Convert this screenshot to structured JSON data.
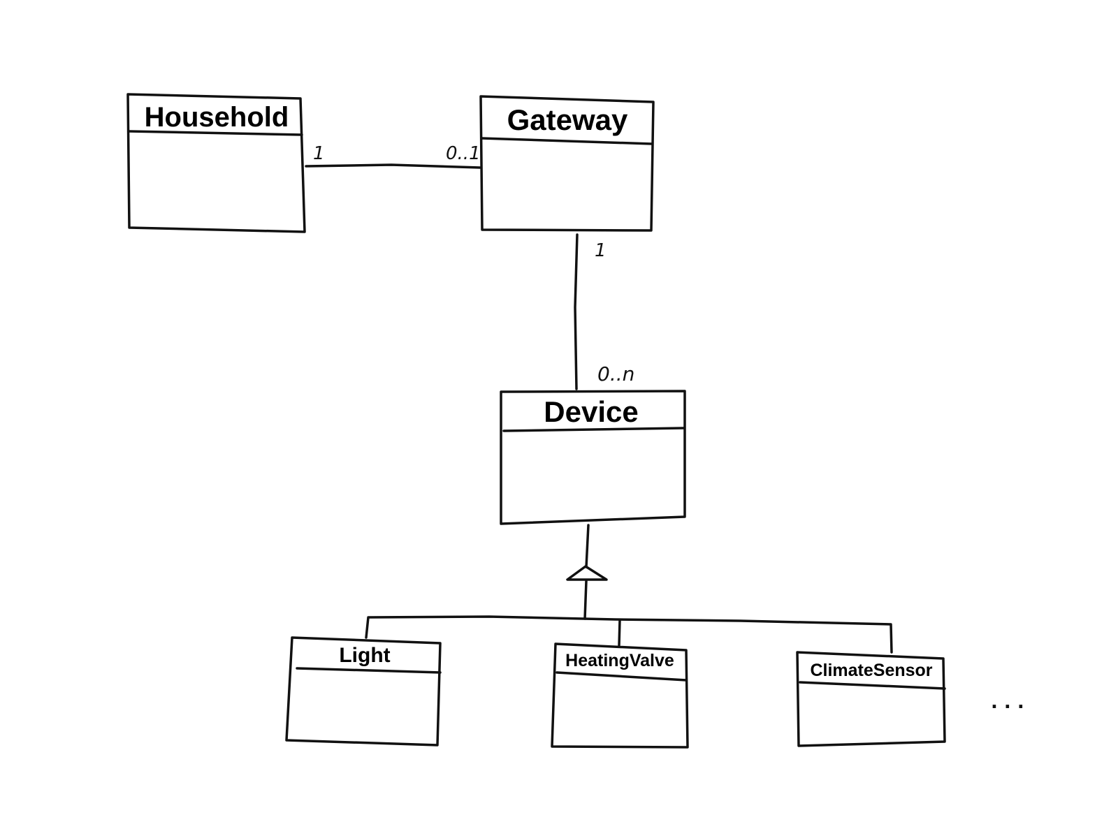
{
  "classes": {
    "household": "Household",
    "gateway": "Gateway",
    "device": "Device",
    "light": "Light",
    "heating_valve": "HeatingValve",
    "climate_sensor": "ClimateSensor"
  },
  "associations": {
    "household_gateway": {
      "household_end": "1",
      "gateway_end": "0..1"
    },
    "gateway_device": {
      "gateway_end": "1",
      "device_end": "0..n"
    }
  },
  "generalization": {
    "parent": "Device",
    "children": [
      "Light",
      "HeatingValve",
      "ClimateSensor"
    ],
    "continuation": ". . ."
  }
}
